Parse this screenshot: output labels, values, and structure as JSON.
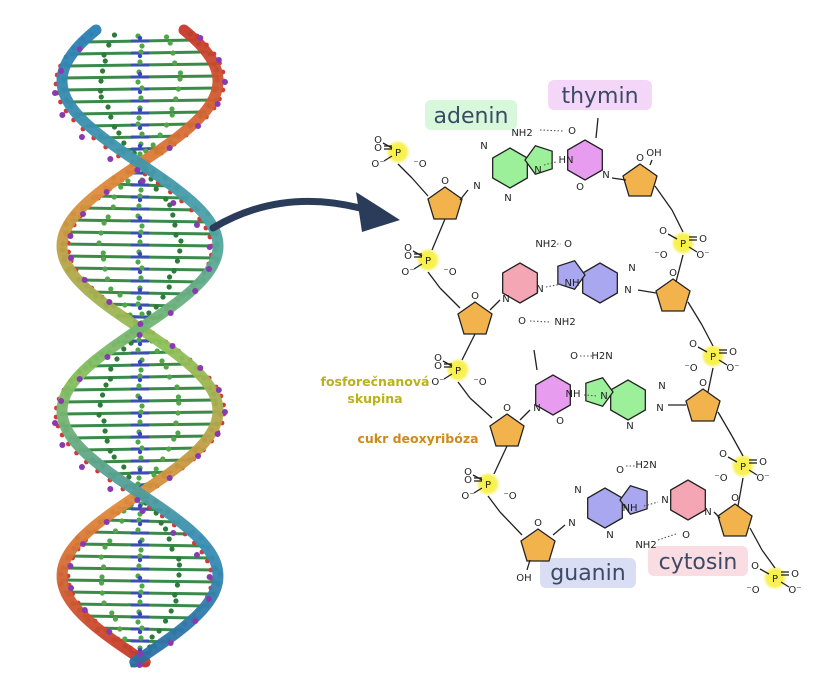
{
  "labels": {
    "adenine": "adenin",
    "thymine": "thymin",
    "guanine": "guanin",
    "cytosine": "cytosin",
    "phosphate_line1": "fosforečnanová",
    "phosphate_line2": "skupina",
    "sugar": "cukr deoxyribóza"
  },
  "atoms": {
    "nh2": "NH2",
    "h2n": "H2N",
    "nh": "NH",
    "hn": "HN",
    "n": "N",
    "o": "O",
    "oh": "OH",
    "p": "P",
    "o_minus": "O⁻",
    "minus_o": "⁻O"
  },
  "colors": {
    "adenine": "#9cf09a",
    "thymine": "#e79cf0",
    "guanine": "#a9a7ef",
    "cytosine": "#f5a6b4",
    "sugar": "#f2b34d",
    "phosphate": "#f7ef3c",
    "phosphate_text": "#b9b21a",
    "sugar_text": "#d08a18",
    "arrow": "#2a3c5a",
    "label_text": "#3c4a66"
  },
  "icons": {
    "helix": "dna-double-helix-model",
    "arrow": "curved-arrow-icon"
  }
}
